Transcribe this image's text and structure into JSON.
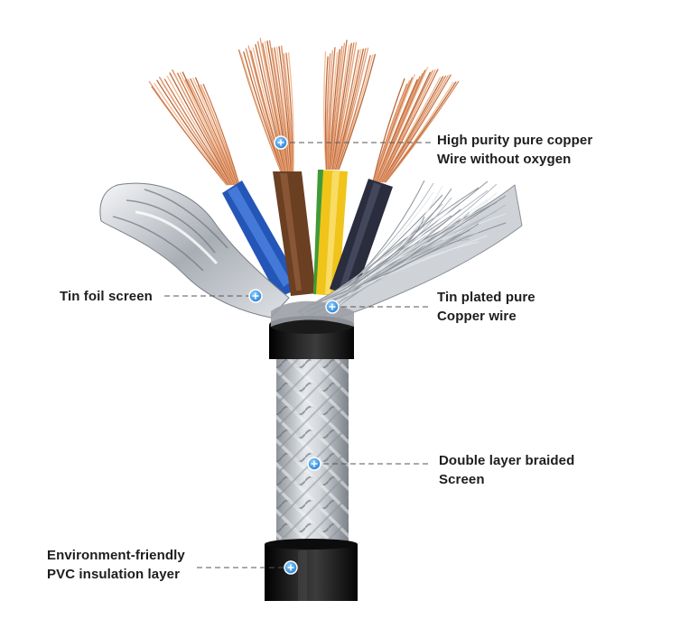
{
  "labels": {
    "copper_line1": "High purity pure copper",
    "copper_line2": "Wire without oxygen",
    "tinfoil": "Tin foil screen",
    "tinplated_line1": "Tin plated pure",
    "tinplated_line2": "Copper wire",
    "braided_line1": "Double layer braided",
    "braided_line2": "Screen",
    "pvc_line1": "Environment-friendly",
    "pvc_line2": "PVC insulation layer"
  },
  "colors": {
    "core_blue": "#2456b8",
    "core_brown": "#6b3f22",
    "core_yellow": "#f0c419",
    "core_green": "#3d9a3a",
    "core_dark": "#2a2d3e",
    "copper": "#d9895a",
    "sheath": "#111111",
    "braid": "#b9bec4",
    "marker": "#2f8de4",
    "leader": "#555555"
  }
}
